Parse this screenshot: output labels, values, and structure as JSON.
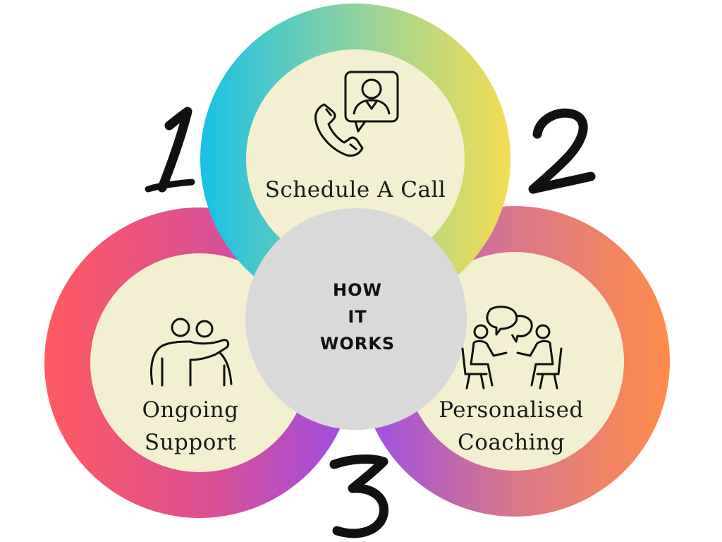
{
  "diagram": {
    "center": {
      "lines": [
        "HOW",
        "IT",
        "WORKS"
      ]
    },
    "steps": [
      {
        "number": "1",
        "label": "Schedule A Call",
        "icon": "video-call-phone-icon"
      },
      {
        "number": "2",
        "label_lines": [
          "Personalised",
          "Coaching"
        ],
        "icon": "coaching-meeting-icon"
      },
      {
        "number": "3",
        "label_lines": [
          "Ongoing",
          "Support"
        ],
        "icon": "support-people-icon"
      }
    ],
    "colors": {
      "circle_fill": "#f2f0d0",
      "center_fill": "#d9d9d9",
      "top_ring_gradient": [
        "#18c0e6",
        "#8fd3a0",
        "#f5dc52"
      ],
      "left_ring_gradient": [
        "#ff5a5f",
        "#d95096",
        "#9a4de8"
      ],
      "right_ring_gradient": [
        "#9a4de8",
        "#d9788a",
        "#ff8c4a"
      ]
    }
  }
}
